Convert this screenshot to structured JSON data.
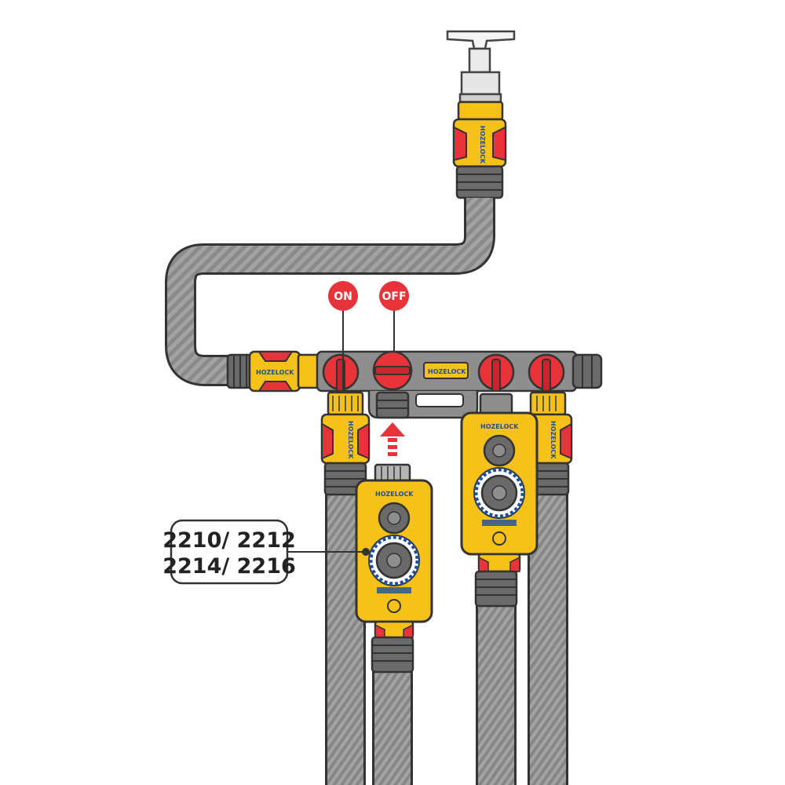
{
  "brand": {
    "logo_text": "HOZELOCK"
  },
  "labels": {
    "on": "ON",
    "off": "OFF"
  },
  "callout": {
    "line1": "2210/ 2212",
    "line2": "2214/ 2216"
  },
  "colors": {
    "yellow": "#f6c21a",
    "red": "#e8333a",
    "grey": "#8e8e8e",
    "dark": "#4a4a4a",
    "hose": "#9b9b9b",
    "blue": "#1d4f9c"
  },
  "icons": {
    "tap": "tap-icon",
    "arrow": "arrow-up-icon"
  }
}
